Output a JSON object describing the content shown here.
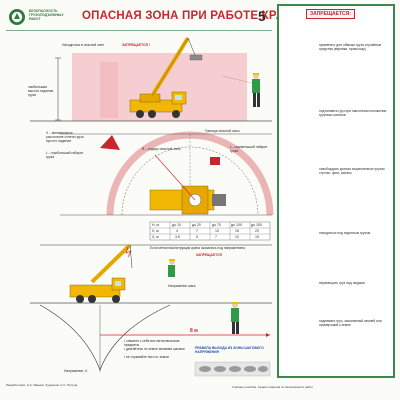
{
  "header": {
    "series": "БЕЗОПАСНОСТЬ ГРУЗОПОДЪЕМНЫХ РАБОТ",
    "title": "ОПАСНАЯ ЗОНА ПРИ РАБОТЕ КРАНА",
    "number": "5"
  },
  "top_scene": {
    "caption": "Находиться в опасной зоне",
    "forbidden": "ЗАПРЕЩАЕТСЯ !",
    "height_label": "наибольшая высота подъема груза"
  },
  "middle_scene": {
    "x_note": "X – минимальное расстояние отлета груза при его падении",
    "l_note": "L – наибольший габарит груза",
    "r_label": "R – радиус опасной зоны",
    "border_label": "Граница опасной зоны",
    "lmax_note": "L – наименьший габарит груза"
  },
  "table": {
    "headers": [
      "H, м",
      "до 10",
      "до 20",
      "до 70",
      "до 100",
      "до 150"
    ],
    "row1": [
      "X, м",
      "4",
      "7",
      "10",
      "15",
      "20"
    ],
    "row2": [
      "X, м",
      "3.5",
      "5",
      "7",
      "10",
      "15"
    ]
  },
  "bottom_scene": {
    "voltage_note": "Если металлоконструкции крана оказались под напряжением,",
    "forbidden": "ЗАПРЕЩАЕТСЯ",
    "step_voltage": "Напряжение шага",
    "distance": "8 м",
    "rules_title": "ПРАВИЛА ВЫХОДА ИЗ ЗОНЫ ШАГОВОГО НАПРЯЖЕНИЯ",
    "rules": [
      "• снимите с себя все металлические предметы",
      "• двигайтесь по земле мелкими шагами",
      "• не отрывайте ноги от земли"
    ],
    "potential_label": "Напряжение, U"
  },
  "right_panel": {
    "forbidden": "ЗАПРЕЩАЕТСЯ:",
    "items": [
      "применять для обвязки груза случайные средства (веревки, проволоку)",
      "подтягивать груз при наклонном положении грузовых канатов",
      "освобождать краном защемленные грузом стропы, цепи, канаты",
      "находиться под поднятым грузом",
      "перемещать груз над людьми",
      "поднимать груз, засыпанный землей или примерзший к земле"
    ]
  },
  "footer": {
    "left": "Разработчики: А.А. Иванов; Художник: С.С. Петров",
    "right": "Учебное пособие. Серия плакатов по безопасности работ"
  },
  "colors": {
    "danger_red": "#c8262d",
    "crane_yellow": "#f2b705",
    "frame_green": "#3a8a4e"
  }
}
